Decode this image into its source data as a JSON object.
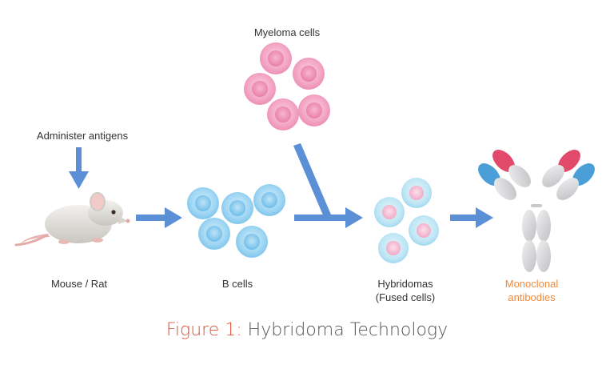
{
  "labels": {
    "myeloma": "Myeloma cells",
    "antigens": "Administer antigens",
    "mouse": "Mouse / Rat",
    "b_cells": "B cells",
    "hybridomas_line1": "Hybridomas",
    "hybridomas_line2": "(Fused cells)",
    "mono_line1": "Monoclonal",
    "mono_line2": "antibodies"
  },
  "caption": {
    "figure": "Figure 1:",
    "title": "Hybridoma Technology"
  },
  "colors": {
    "arrow": "#5b8fd6",
    "myeloma": "#f3a6c4",
    "b_cell": "#9fd6f3",
    "hybridoma": "#bfe6f5",
    "hybridoma_nucleus": "#f3b6cf",
    "antibody_gray": "#d6d6d8",
    "antibody_red": "#e24a6b",
    "antibody_blue": "#4a9fd8",
    "accent_orange": "#f08a3c",
    "caption_red": "#e0533b"
  }
}
